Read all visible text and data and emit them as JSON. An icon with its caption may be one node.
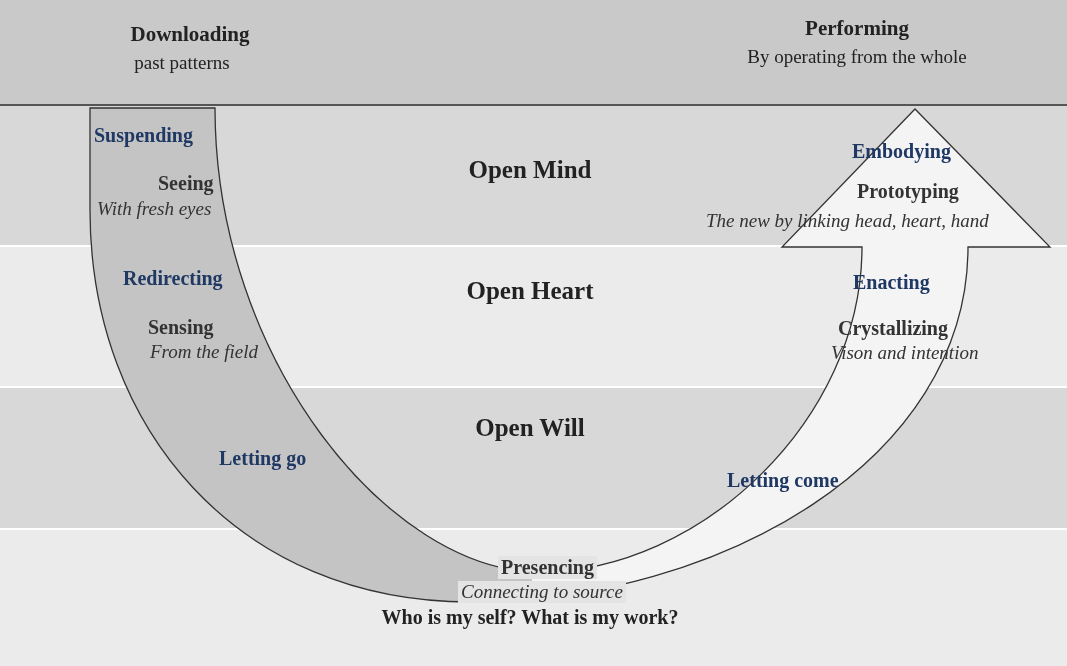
{
  "diagram": {
    "nodes": [
      {
        "text": [
          "Downloading",
          "past patterns",
          "Performing",
          "By operating from the whole"
        ]
      },
      {
        "text": [
          "Open Mind"
        ]
      },
      {
        "text": [
          "Open Heart"
        ]
      },
      {
        "text": [
          "Open Will"
        ]
      },
      {
        "text": [
          "Who is my self? What is my work?"
        ]
      },
      {
        "text": [],
        "shape": "arrow"
      }
    ],
    "labels": [
      "Suspending",
      "Embodying",
      "Seeing",
      "With fresh eyes",
      "Prototyping",
      "The new by linking head, heart, hand",
      "Redirecting",
      "Enacting",
      "Sensing",
      "From the field",
      "Crystallizing",
      "Vison and intention",
      "Letting go",
      "Letting come",
      "Presencing",
      "Connecting to source"
    ]
  }
}
